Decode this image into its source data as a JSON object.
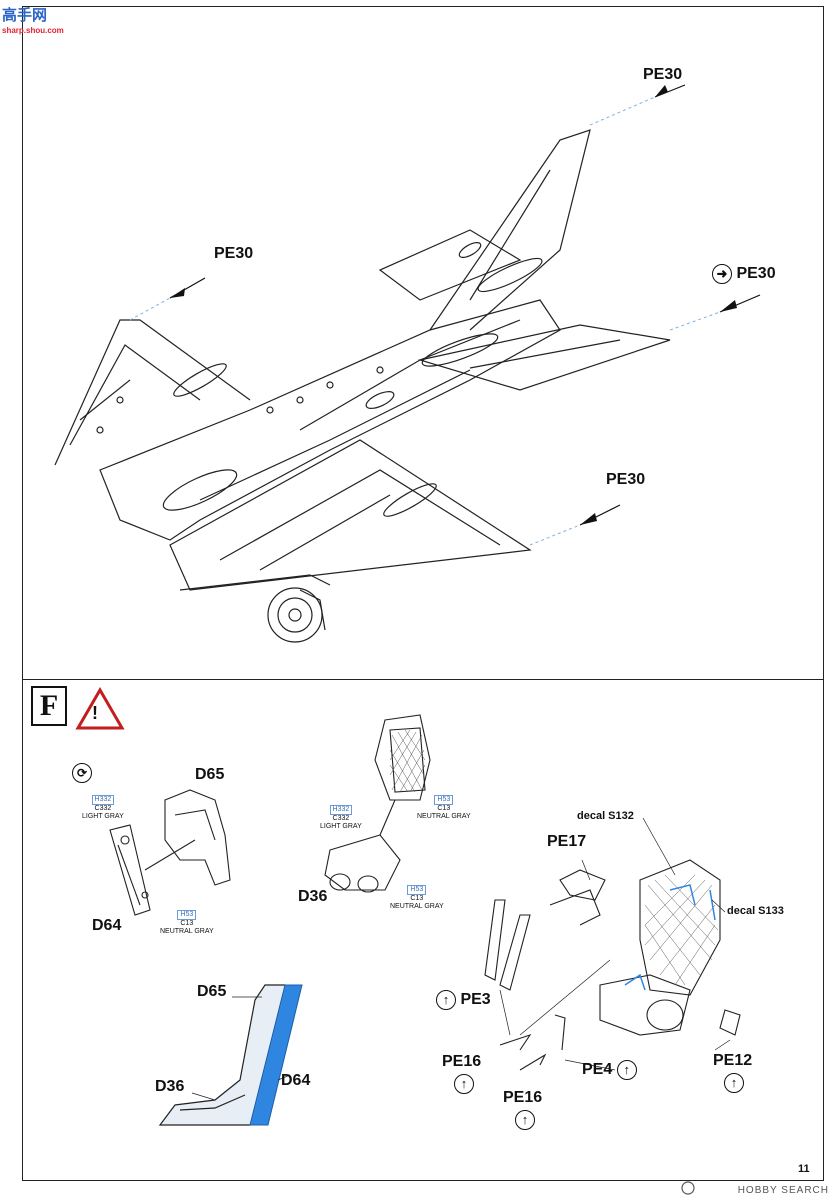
{
  "watermark": {
    "logo": "高手网",
    "url": "sharp.shou.com"
  },
  "top_section": {
    "callouts": [
      {
        "id": "pe30-a",
        "label": "PE30"
      },
      {
        "id": "pe30-b",
        "label": "PE30"
      },
      {
        "id": "pe30-c",
        "label": "PE30"
      },
      {
        "id": "pe30-d",
        "label": "PE30"
      }
    ]
  },
  "section_f": {
    "letter": "F",
    "warning_symbol": "!",
    "parts": {
      "d65_top": "D65",
      "d64_top": "D64",
      "d36_top": "D36",
      "pe17": "PE17",
      "pe3": "PE3",
      "pe16_a": "PE16",
      "pe16_b": "PE16",
      "pe4": "PE4",
      "pe12": "PE12",
      "d65_bot": "D65",
      "d36_bot": "D36",
      "d64_bot": "D64"
    },
    "decals": {
      "s132": "decal S132",
      "s133": "decal S133"
    },
    "paints": {
      "left_light": {
        "code": "H332",
        "name": "C332",
        "desc": "LIGHT GRAY"
      },
      "left_neutral": {
        "code": "H53",
        "name": "C13",
        "desc": "NEUTRAL GRAY"
      },
      "mid_light": {
        "code": "H332",
        "name": "C332",
        "desc": "LIGHT GRAY"
      },
      "mid_neutral_top": {
        "code": "H53",
        "name": "C13",
        "desc": "NEUTRAL GRAY"
      },
      "mid_neutral_bot": {
        "code": "H53",
        "name": "C13",
        "desc": "NEUTRAL GRAY"
      }
    },
    "colors": {
      "accent_blue": "#2f86e0",
      "line": "#222222"
    }
  },
  "footer": {
    "page_number": "11",
    "brand": "HOBBY SEARCH"
  }
}
